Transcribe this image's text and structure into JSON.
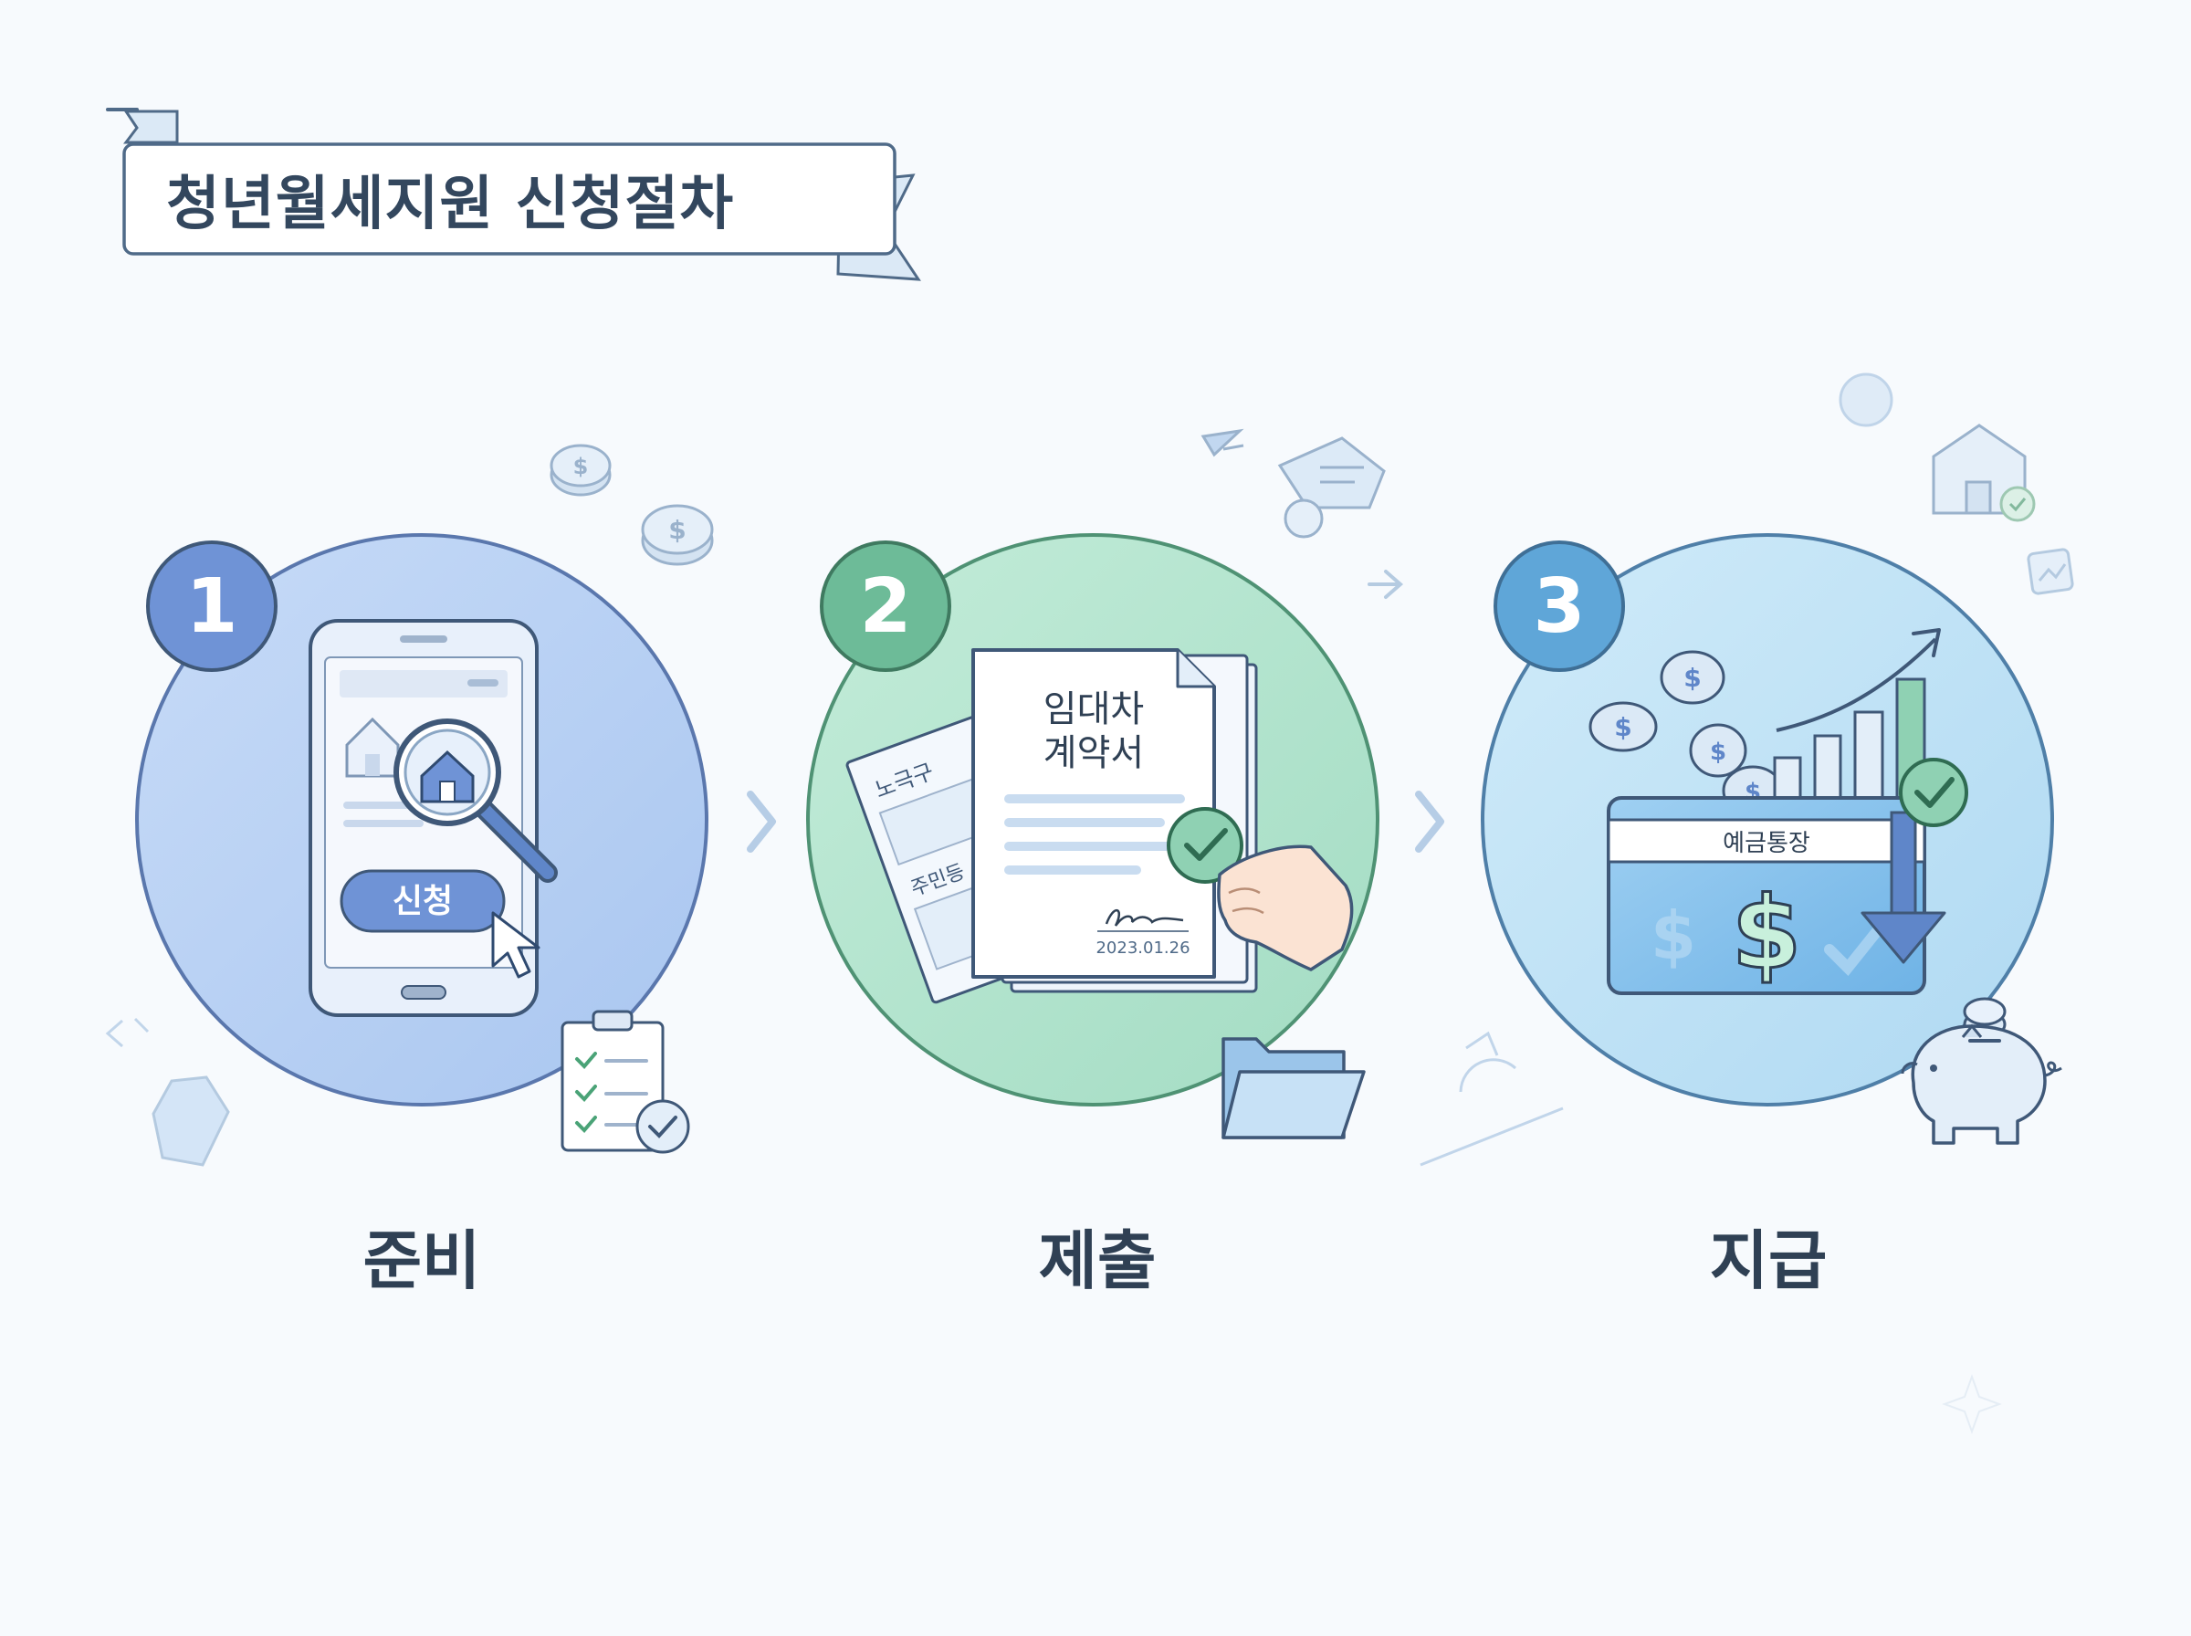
{
  "title": "청년월세지원 신청절차",
  "steps": [
    {
      "number": "1",
      "label": "준비",
      "color": "#6f93d6",
      "phone_button": "신청"
    },
    {
      "number": "2",
      "label": "제출",
      "color": "#6dbb98",
      "contract_title_line1": "임대차",
      "contract_title_line2": "계약서",
      "contract_date": "2023.01.26",
      "side_doc_1": "노극구",
      "side_doc_2": "주민등"
    },
    {
      "number": "3",
      "label": "지급",
      "color": "#5fa6d8",
      "bankbook_title": "예금통장"
    }
  ],
  "icons": [
    "search-icon",
    "house-icon",
    "cursor-icon",
    "clipboard-icon",
    "check-icon",
    "document-icon",
    "hand-icon",
    "folder-icon",
    "coin-icon",
    "bar-chart-icon",
    "arrow-down-icon",
    "piggy-bank-icon",
    "chevron-right-icon"
  ],
  "colors": {
    "background": "#f7fafd",
    "text": "#2f4054",
    "step1_fill": "#b6d0f5",
    "step2_fill": "#b2e4cf",
    "step3_fill": "#bfe2f6"
  }
}
